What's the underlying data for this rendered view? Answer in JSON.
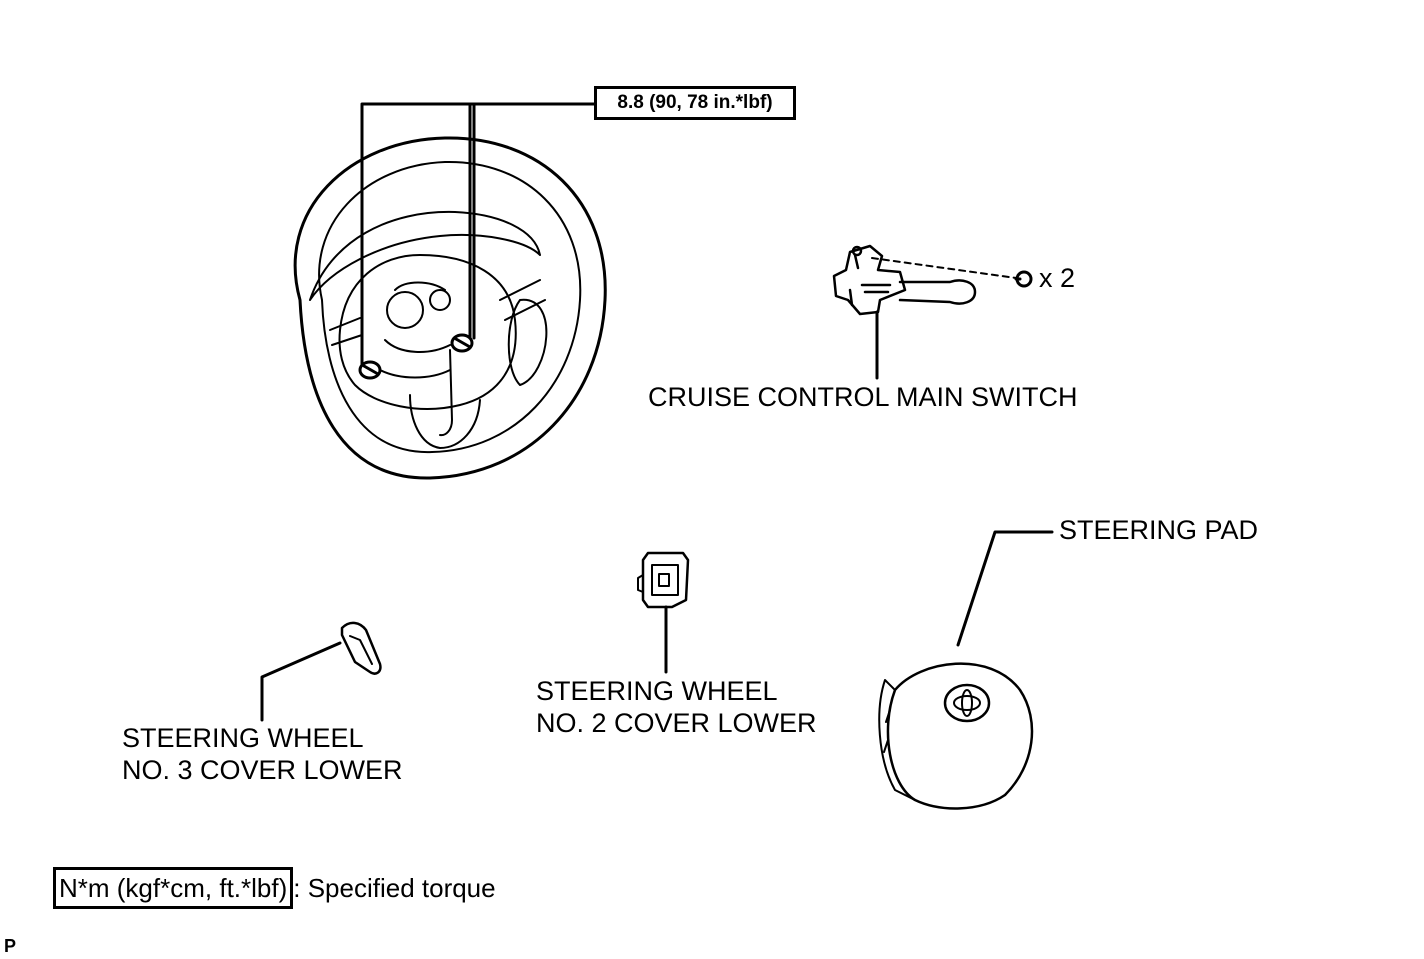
{
  "callouts": {
    "torque": "8.8 (90, 78 in.*lbf)",
    "quantity": "x 2",
    "cruise_switch": "CRUISE CONTROL MAIN SWITCH",
    "steering_pad": "STEERING PAD",
    "no2_cover_line1": "STEERING WHEEL",
    "no2_cover_line2": "NO. 2 COVER LOWER",
    "no3_cover_line1": "STEERING WHEEL",
    "no3_cover_line2": "NO. 3 COVER LOWER"
  },
  "legend": {
    "unit_box": "N*m (kgf*cm, ft.*lbf)",
    "description": ": Specified torque"
  },
  "corner_mark": "P"
}
